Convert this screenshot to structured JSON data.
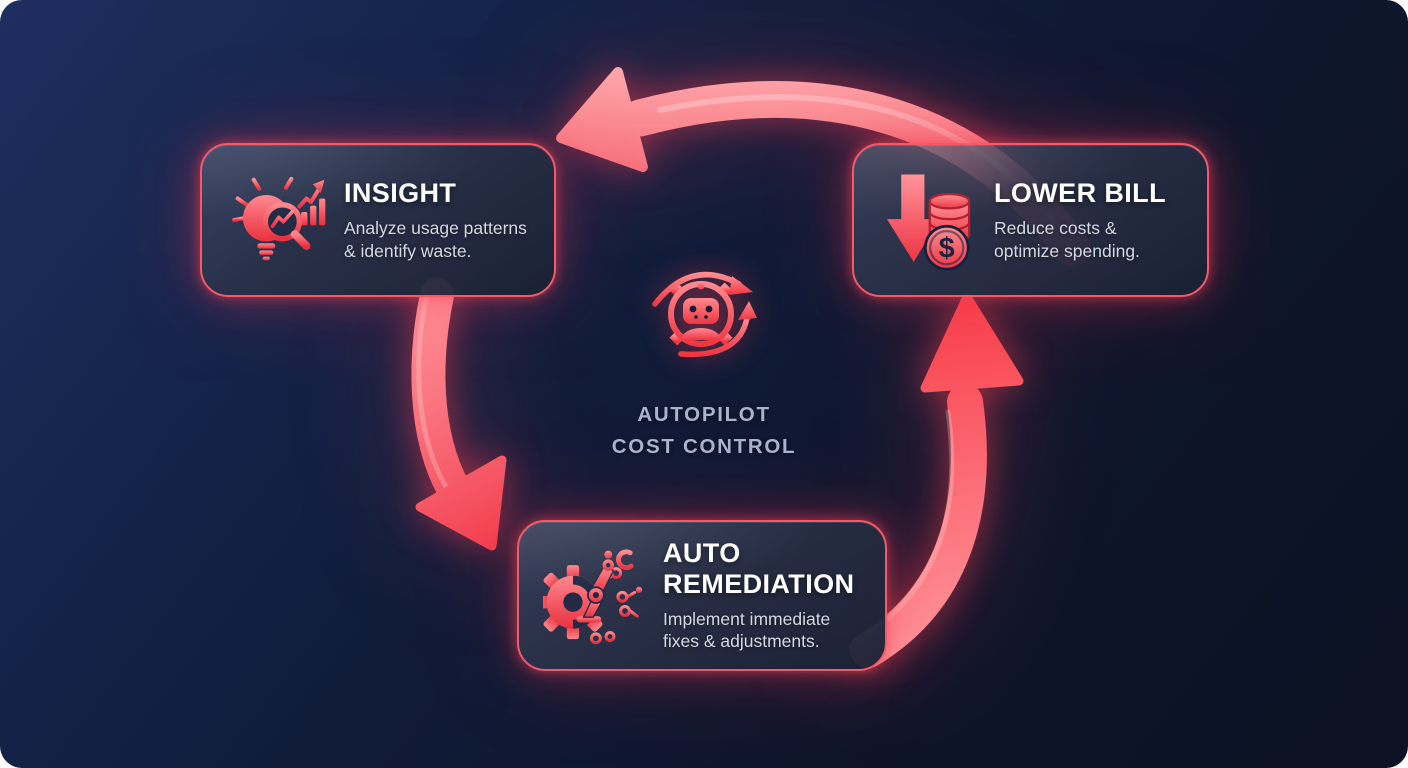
{
  "diagram": {
    "type": "cycle",
    "background_colors": [
      "#1e2e60",
      "#0c1223"
    ],
    "accent_color": "#f43f4e",
    "card_border_color": "#f4596a",
    "title_color": "#ffffff",
    "subtitle_color": "#d3d8e3",
    "center_label_color": "#a8b4ca"
  },
  "cards": [
    {
      "id": "insight",
      "title": "INSIGHT",
      "subtitle": "Analyze usage patterns\n& identify waste.",
      "icon": "lightbulb-analytics-icon"
    },
    {
      "id": "lower-bill",
      "title": "LOWER BILL",
      "subtitle": "Reduce costs &\noptimize spending.",
      "icon": "down-arrow-coins-icon"
    },
    {
      "id": "auto-remediation",
      "title": "AUTO\nREMEDIATION",
      "subtitle": "Implement immediate\nfixes & adjustments.",
      "icon": "gear-robotic-arm-icon"
    }
  ],
  "center": {
    "label": "AUTOPILOT\nCOST CONTROL",
    "icon": "gear-robot-cycle-icon"
  },
  "glyphs": {
    "dollar_sign": "$"
  },
  "arrows": [
    {
      "name": "cycle-arrow-top",
      "from": "lower-bill",
      "to": "insight"
    },
    {
      "name": "cycle-arrow-left",
      "from": "insight",
      "to": "auto-remediation"
    },
    {
      "name": "cycle-arrow-right",
      "from": "auto-remediation",
      "to": "lower-bill"
    }
  ]
}
